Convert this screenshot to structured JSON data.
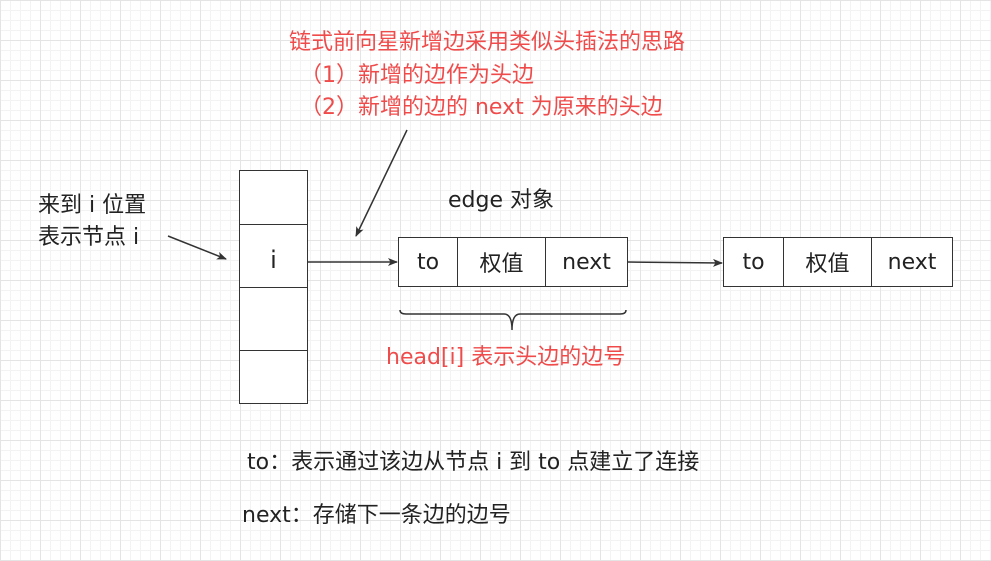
{
  "title_lines": [
    "链式前向星新增边采用类似头插法的思路",
    "（1）新增的边作为头边",
    "（2）新增的边的 next 为原来的头边"
  ],
  "left_label": [
    "来到 i 位置",
    "表示节点 i"
  ],
  "array_cell_label": "i",
  "edge_label": "edge 对象",
  "edge1": {
    "to": "to",
    "weight": "权值",
    "next": "next"
  },
  "edge2": {
    "to": "to",
    "weight": "权值",
    "next": "next"
  },
  "brace_label": "head[i] 表示头边的边号",
  "notes": [
    "to：表示通过该边从节点 i 到 to 点建立了连接",
    "next：存储下一条边的边号"
  ],
  "colors": {
    "accent": "#ef4b4b",
    "stroke": "#333333"
  }
}
